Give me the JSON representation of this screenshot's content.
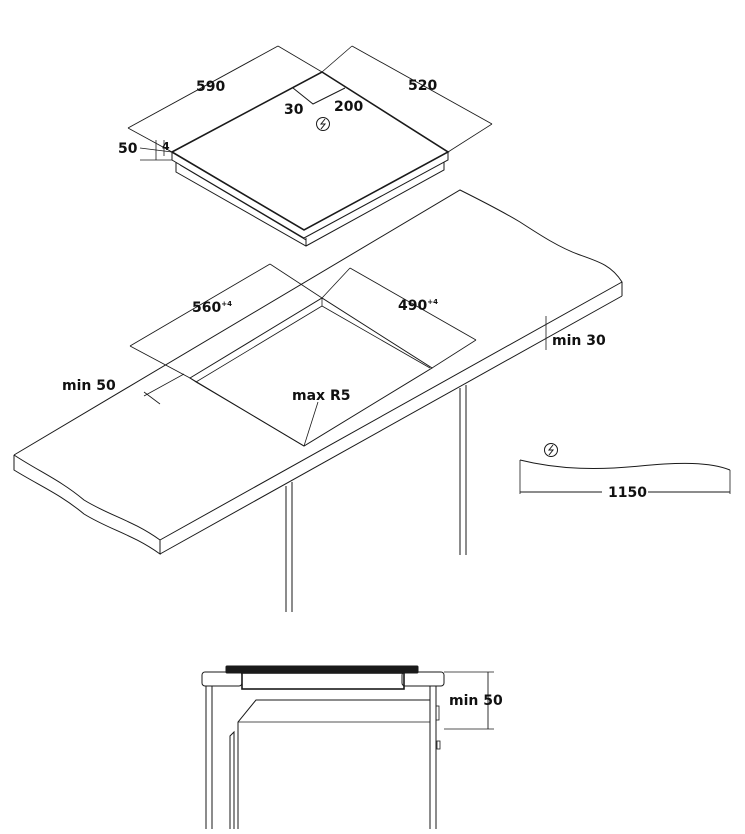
{
  "hob": {
    "width": "590",
    "depth": "520",
    "offset_left": "30",
    "offset_back": "200",
    "height": "50",
    "glass_thickness": "4"
  },
  "cutout": {
    "width_value": "560",
    "width_tol": "+4",
    "depth_value": "490",
    "depth_tol": "+4",
    "corner_radius": "max R5",
    "min_side": "min 50",
    "min_worktop": "min 30"
  },
  "cable": {
    "length": "1150"
  },
  "section": {
    "min_clearance": "min 50"
  },
  "icons": [
    "power-symbol-icon",
    "power-symbol-icon"
  ]
}
